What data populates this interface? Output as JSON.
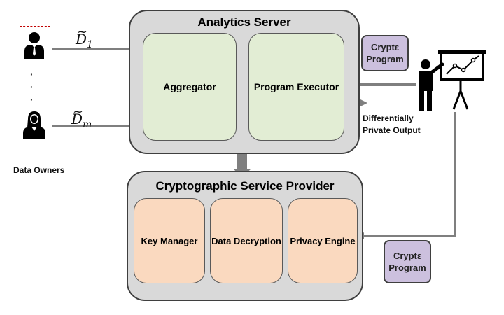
{
  "analytics_server": {
    "title": "Analytics Server",
    "aggregator": "Aggregator",
    "program_executor": "Program Executor"
  },
  "csp": {
    "title": "Cryptographic Service Provider",
    "key_manager": "Key Manager",
    "data_decryption": "Data Decryption",
    "privacy_engine": "Privacy Engine"
  },
  "program_top": {
    "line1": "Cryptε",
    "line2": "Program"
  },
  "program_bottom": {
    "line1": "Cryptε",
    "line2": "Program"
  },
  "data_owners_label": "Data Owners",
  "d1": {
    "symbol": "D",
    "sub": "1",
    "tilde": "~"
  },
  "dm": {
    "symbol": "D",
    "sub": "m",
    "tilde": "~"
  },
  "vertical_dots": [
    "·",
    "·",
    "·"
  ],
  "dp_output": {
    "line1": "Differentially",
    "line2": "Private Output"
  },
  "colors": {
    "panel": "#d9d9d9",
    "module_green": "#e2edd4",
    "module_orange": "#fad9bf",
    "program_purple": "#ccc0de",
    "arrow": "#7f7f7f",
    "owners_border": "#c00000"
  },
  "icons": {
    "owner_top": "man-icon",
    "owner_bottom": "woman-icon",
    "analyst": "presenter-icon"
  }
}
